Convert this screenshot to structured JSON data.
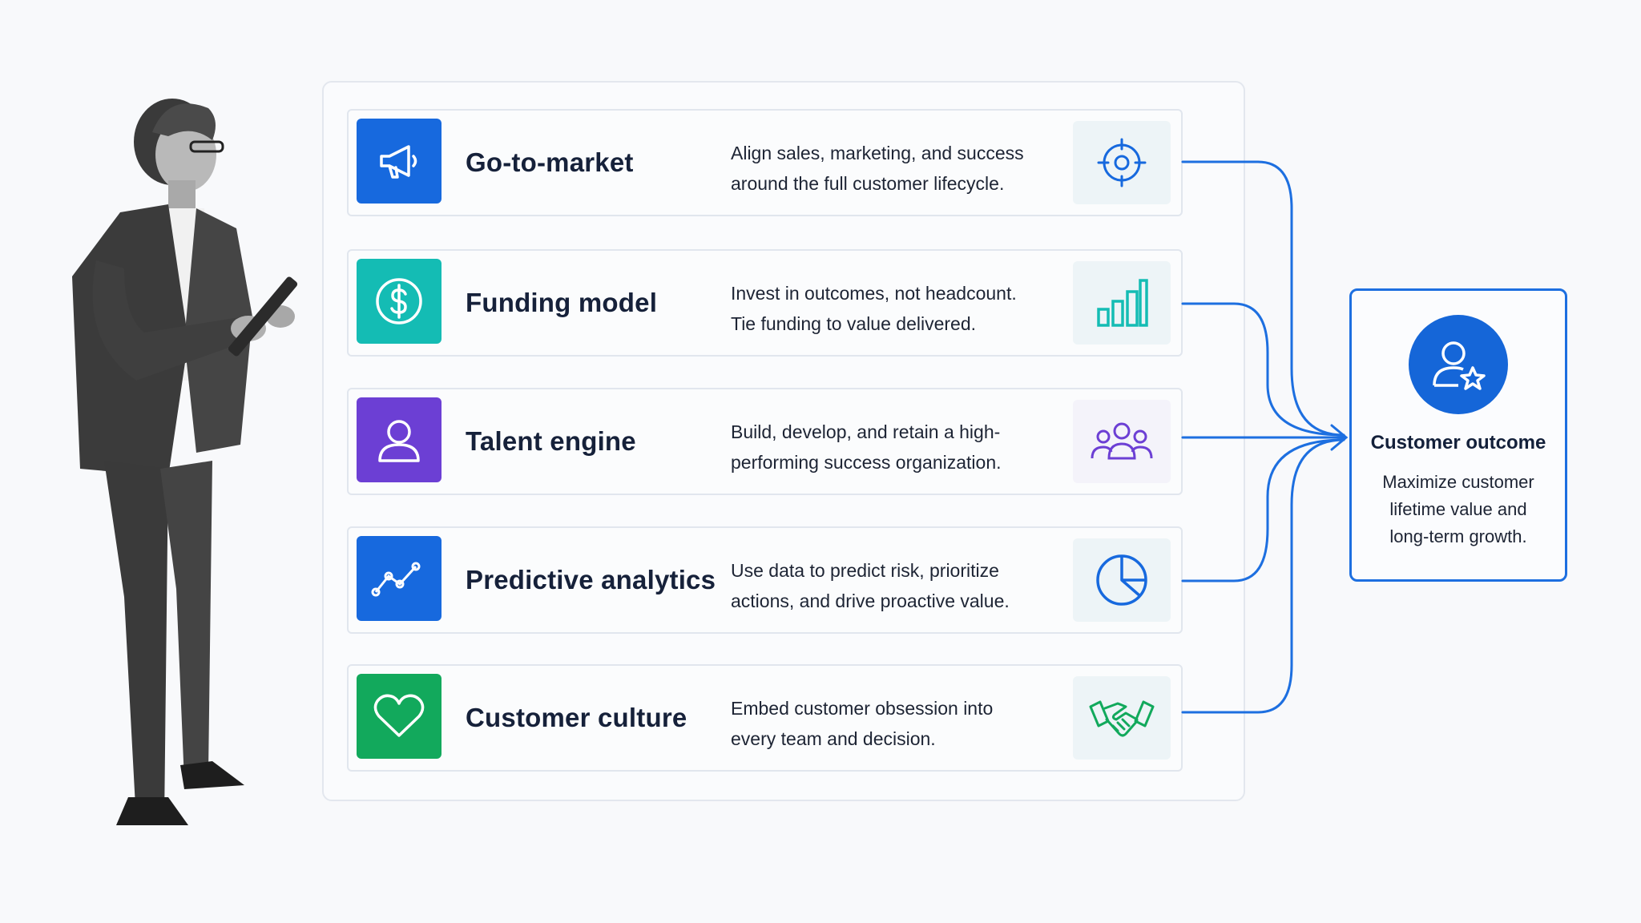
{
  "colors": {
    "gtm": "#1769de",
    "funding": "#14bcb4",
    "talent": "#6c3fd4",
    "analytics": "#1769de",
    "culture": "#12a95c",
    "connector": "#1d6fe0"
  },
  "pillars": [
    {
      "title": "Go-to-market",
      "description": "Align sales, marketing, and success around the full customer lifecycle.",
      "icon": "megaphone-icon",
      "deco_icon": "target-icon"
    },
    {
      "title": "Funding model",
      "description": "Invest in outcomes, not headcount. Tie funding to value delivered.",
      "icon": "dollar-icon",
      "deco_icon": "bar-chart-icon"
    },
    {
      "title": "Talent engine",
      "description": "Build, develop, and retain a high-performing success organization.",
      "icon": "person-icon",
      "deco_icon": "team-icon"
    },
    {
      "title": "Predictive analytics",
      "description": "Use data to predict risk, prioritize actions, and drive proactive value.",
      "icon": "trend-line-icon",
      "deco_icon": "pie-chart-icon"
    },
    {
      "title": "Customer culture",
      "description": "Embed customer obsession into every team and decision.",
      "icon": "heart-icon",
      "deco_icon": "handshake-icon"
    }
  ],
  "outcome": {
    "title": "Customer outcome",
    "description": "Maximize customer lifetime value and long-term growth.",
    "icon": "user-star-icon"
  }
}
